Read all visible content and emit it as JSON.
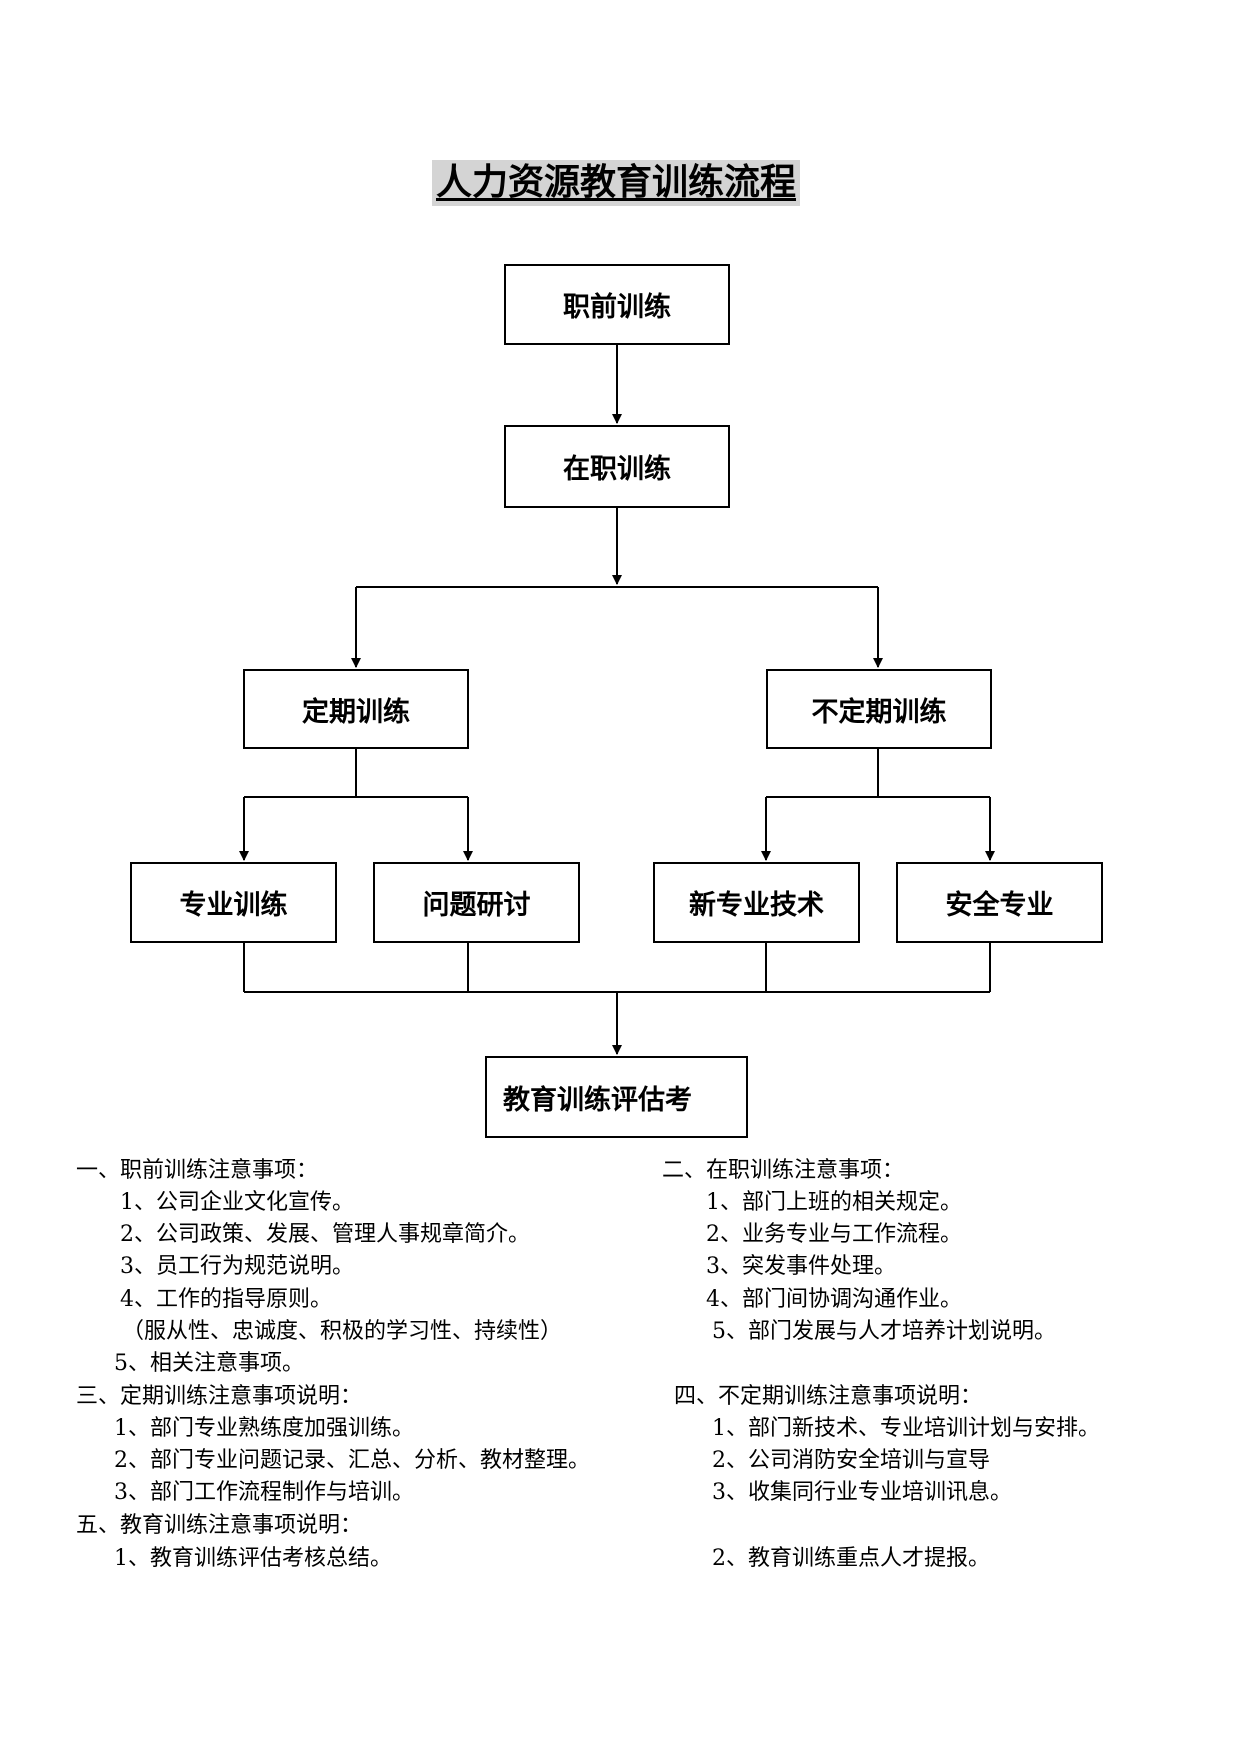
{
  "title": "人力资源教育训练流程",
  "flow": {
    "pre_job": "职前训练",
    "on_job": "在职训练",
    "regular": "定期训练",
    "irregular": "不定期训练",
    "professional": "专业训练",
    "problem_study": "问题研讨",
    "new_tech": "新专业技术",
    "safety": "安全专业",
    "evaluation": "教育训练评估考"
  },
  "notes": {
    "s1": {
      "heading": "一、职前训练注意事项：",
      "items": [
        "1、公司企业文化宣传。",
        "2、公司政策、发展、管理人事规章简介。",
        "3、员工行为规范说明。",
        "4、工作的指导原则。",
        "（服从性、忠诚度、积极的学习性、持续性）",
        "5、相关注意事项。"
      ]
    },
    "s2": {
      "heading": "二、在职训练注意事项：",
      "items": [
        "1、部门上班的相关规定。",
        "2、业务专业与工作流程。",
        "3、突发事件处理。",
        "4、部门间协调沟通作业。",
        "5、部门发展与人才培养计划说明。"
      ]
    },
    "s3": {
      "heading": "三、定期训练注意事项说明：",
      "items": [
        "1、部门专业熟练度加强训练。",
        "2、部门专业问题记录、汇总、分析、教材整理。",
        "3、部门工作流程制作与培训。"
      ]
    },
    "s4": {
      "heading": "四、不定期训练注意事项说明：",
      "items": [
        "1、部门新技术、专业培训计划与安排。",
        "2、公司消防安全培训与宣导",
        "3、收集同行业专业培训讯息。"
      ]
    },
    "s5": {
      "heading": "五、教育训练注意事项说明：",
      "items": [
        "1、教育训练评估考核总结。",
        "2、教育训练重点人才提报。"
      ]
    }
  }
}
